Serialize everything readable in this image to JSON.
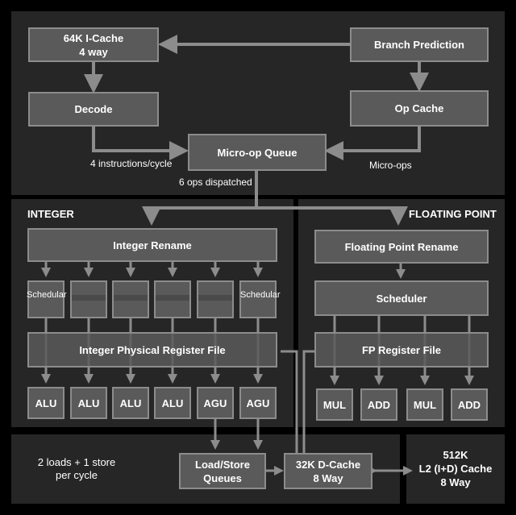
{
  "frontend": {
    "icache_line1": "64K I-Cache",
    "icache_line2": "4 way",
    "branch_prediction": "Branch Prediction",
    "decode": "Decode",
    "op_cache": "Op Cache",
    "micro_op_queue": "Micro-op Queue",
    "instr_per_cycle": "4 instructions/cycle",
    "micro_ops": "Micro-ops",
    "ops_dispatched": "6 ops dispatched"
  },
  "integer": {
    "title": "INTEGER",
    "rename": "Integer Rename",
    "scheduler_left": "Schedular",
    "scheduler_right": "Schedular",
    "register_file": "Integer Physical Register File",
    "units": [
      "ALU",
      "ALU",
      "ALU",
      "ALU",
      "AGU",
      "AGU"
    ]
  },
  "floating_point": {
    "title": "FLOATING POINT",
    "rename": "Floating Point Rename",
    "scheduler": "Scheduler",
    "register_file": "FP Register File",
    "units": [
      "MUL",
      "ADD",
      "MUL",
      "ADD"
    ]
  },
  "memory": {
    "loads_line1": "2 loads + 1 store",
    "loads_line2": "per cycle",
    "lsq_line1": "Load/Store",
    "lsq_line2": "Queues",
    "dcache_line1": "32K D-Cache",
    "dcache_line2": "8 Way",
    "l2_line1": "512K",
    "l2_line2": "L2 (I+D) Cache",
    "l2_line3": "8 Way"
  },
  "colors": {
    "background": "#000000",
    "panel": "#262626",
    "box_fill": "#5a5a5a",
    "box_border": "#8c8c8c",
    "arrow": "#8c8c8c"
  }
}
